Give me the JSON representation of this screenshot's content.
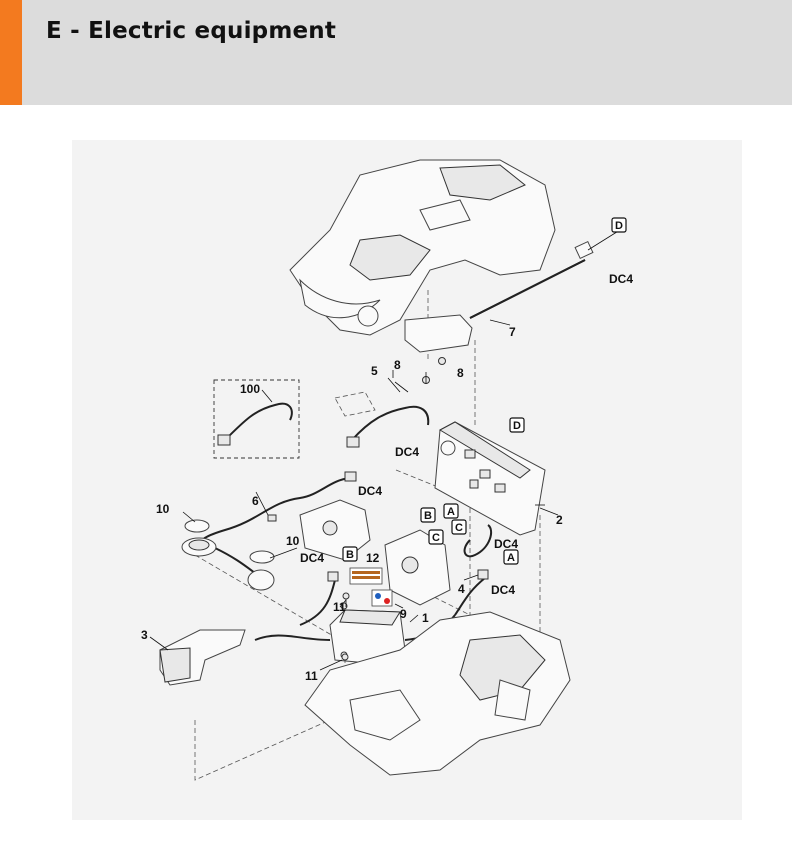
{
  "header": {
    "title": "E - Electric equipment",
    "accent_color": "#f37a1f",
    "background_color": "#dcdcdc"
  },
  "diagram": {
    "part_numbers": {
      "p1": "1",
      "p2": "2",
      "p3": "3",
      "p4": "4",
      "p5": "5",
      "p6": "6",
      "p7": "7",
      "p8a": "8",
      "p8b": "8",
      "p9": "9",
      "p10a": "10",
      "p10b": "10",
      "p11a": "11",
      "p11b": "11",
      "p12": "12",
      "p100": "100"
    },
    "connector_labels": {
      "dc4_top": "DC4",
      "dc4_harness5": "DC4",
      "dc4_harness6": "DC4",
      "dc4_left": "DC4",
      "dc4_cableC": "DC4",
      "dc4_item4": "DC4"
    },
    "reference_boxes": {
      "D_top": "D",
      "D_board": "D",
      "A_board": "A",
      "B_board": "B",
      "C_board": "C",
      "C_motor": "C",
      "B_label": "B",
      "A_right": "A"
    }
  }
}
